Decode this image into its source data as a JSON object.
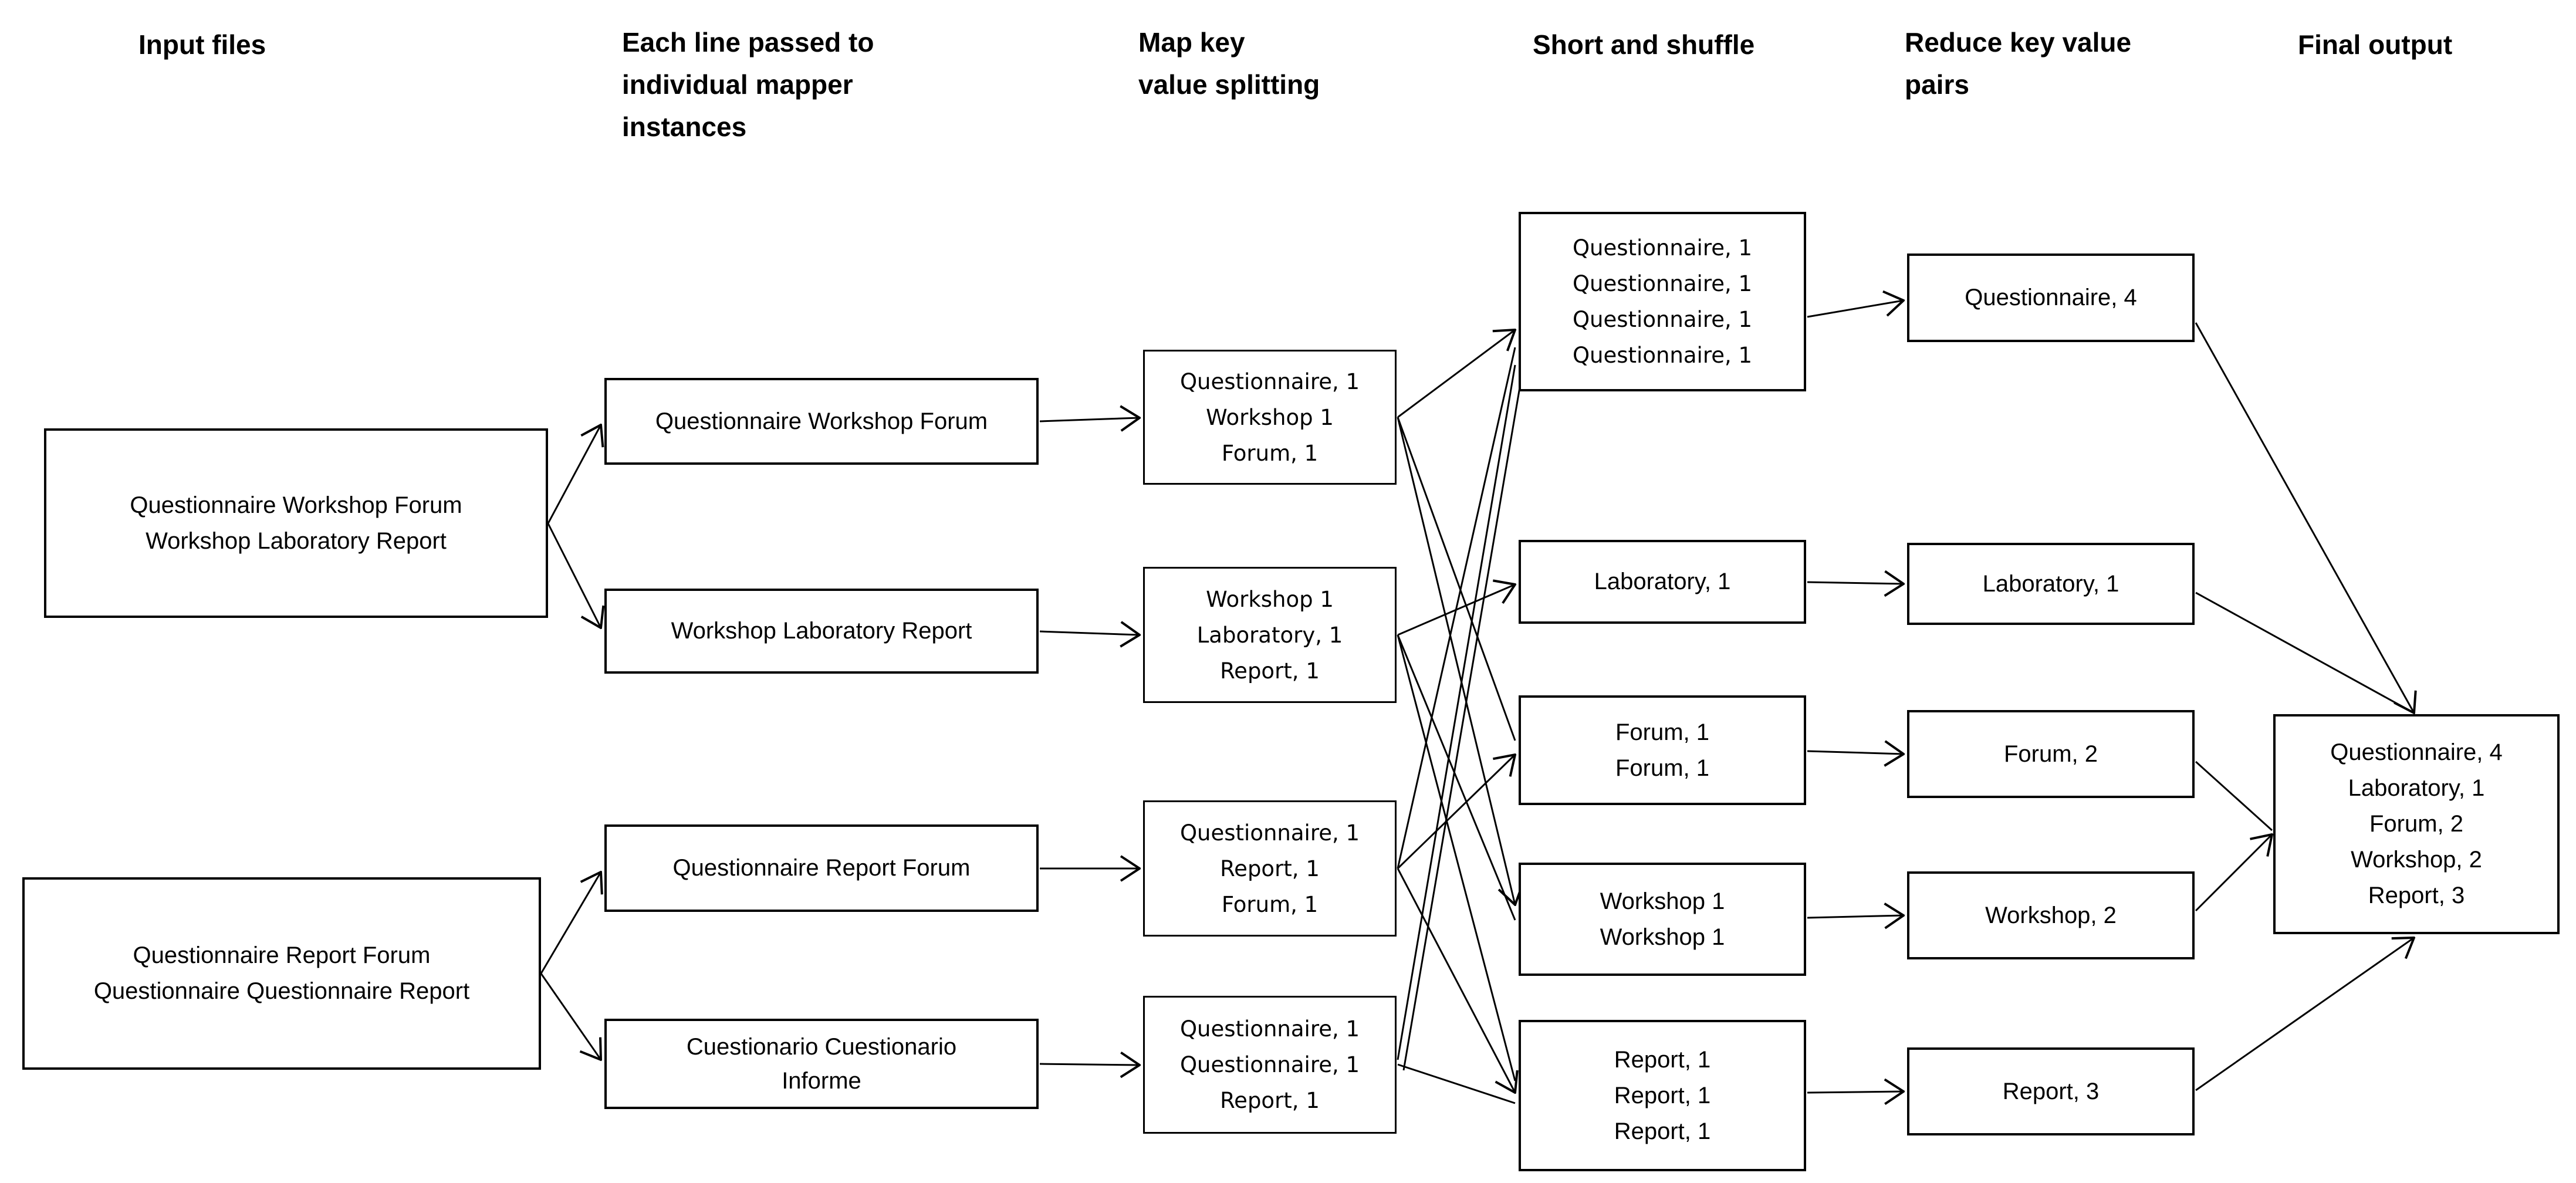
{
  "colors": {
    "background": "#ffffff",
    "stroke": "#000000",
    "text": "#000000"
  },
  "columns": [
    {
      "id": "input-files",
      "label": "Input files"
    },
    {
      "id": "mapper",
      "label": "Each line passed to\nindividual mapper\ninstances"
    },
    {
      "id": "map-split",
      "label": "Map key\nvalue splitting"
    },
    {
      "id": "shuffle",
      "label": "Short and shuffle"
    },
    {
      "id": "reduce",
      "label": "Reduce key value\npairs"
    },
    {
      "id": "final-output",
      "label": "Final output"
    }
  ],
  "boxes": {
    "input1": "Questionnaire Workshop Forum\nWorkshop Laboratory Report",
    "input2": "Questionnaire Report Forum\nQuestionnaire Questionnaire Report",
    "mapper1": "Questionnaire Workshop Forum",
    "mapper2": "Workshop Laboratory Report",
    "mapper3": "Questionnaire Report Forum",
    "mapper4": "Cuestionario Cuestionario\nInforme",
    "split1": "Questionnaire, 1\nWorkshop 1\nForum, 1",
    "split2": "Workshop 1\nLaboratory, 1\nReport, 1",
    "split3": "Questionnaire, 1\nReport, 1\nForum, 1",
    "split4": "Questionnaire, 1\nQuestionnaire, 1\nReport, 1",
    "shuffle1": "Questionnaire, 1\nQuestionnaire, 1\nQuestionnaire, 1\nQuestionnaire, 1",
    "shuffle2": "Laboratory, 1",
    "shuffle3": "Forum, 1\nForum, 1",
    "shuffle4": "Workshop 1\nWorkshop 1",
    "shuffle5": "Report, 1\nReport, 1\nReport, 1",
    "reduce1": "Questionnaire, 4",
    "reduce2": "Laboratory, 1",
    "reduce3": "Forum, 2",
    "reduce4": "Workshop, 2",
    "reduce5": "Report, 3",
    "final1": "Questionnaire, 4\nLaboratory, 1\nForum, 2\nWorkshop, 2\nReport, 3"
  }
}
